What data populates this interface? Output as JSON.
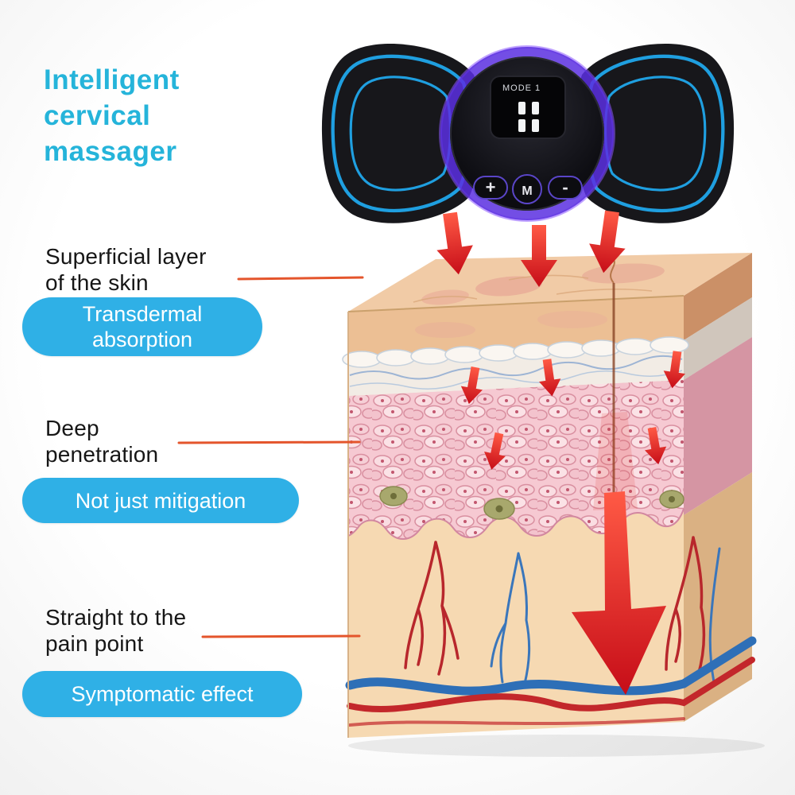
{
  "heading": {
    "lines": [
      "Intelligent",
      "cervical",
      "massager"
    ]
  },
  "device": {
    "screen_label": "MODE 1",
    "button_plus": "+",
    "button_mode": "M",
    "button_minus": "-"
  },
  "annotations": {
    "superficial": {
      "line1": "Superficial layer",
      "line2": "of the skin"
    },
    "transdermal_pill": {
      "line1": "Transdermal",
      "line2": "absorption"
    },
    "deep": {
      "line1": "Deep",
      "line2": "penetration"
    },
    "mitigation_pill": {
      "text": "Not just mitigation"
    },
    "pain": {
      "line1": "Straight to the",
      "line2": "pain point"
    },
    "symptomatic_pill": {
      "text": "Symptomatic effect"
    }
  },
  "colors": {
    "heading_cyan": "#25b4da",
    "pill_blue": "#2fb0e6",
    "arrow_red": "#d91820",
    "connector_orange": "#e4552c",
    "wing_outline_blue": "#1f9fe0",
    "glow_purple": "#5b2fe0",
    "dermis_pink": "#f6c9d2",
    "hypodermis_tan": "#f6d9b2",
    "vessel_red": "#b8272c",
    "vessel_blue": "#2e6fb7"
  }
}
